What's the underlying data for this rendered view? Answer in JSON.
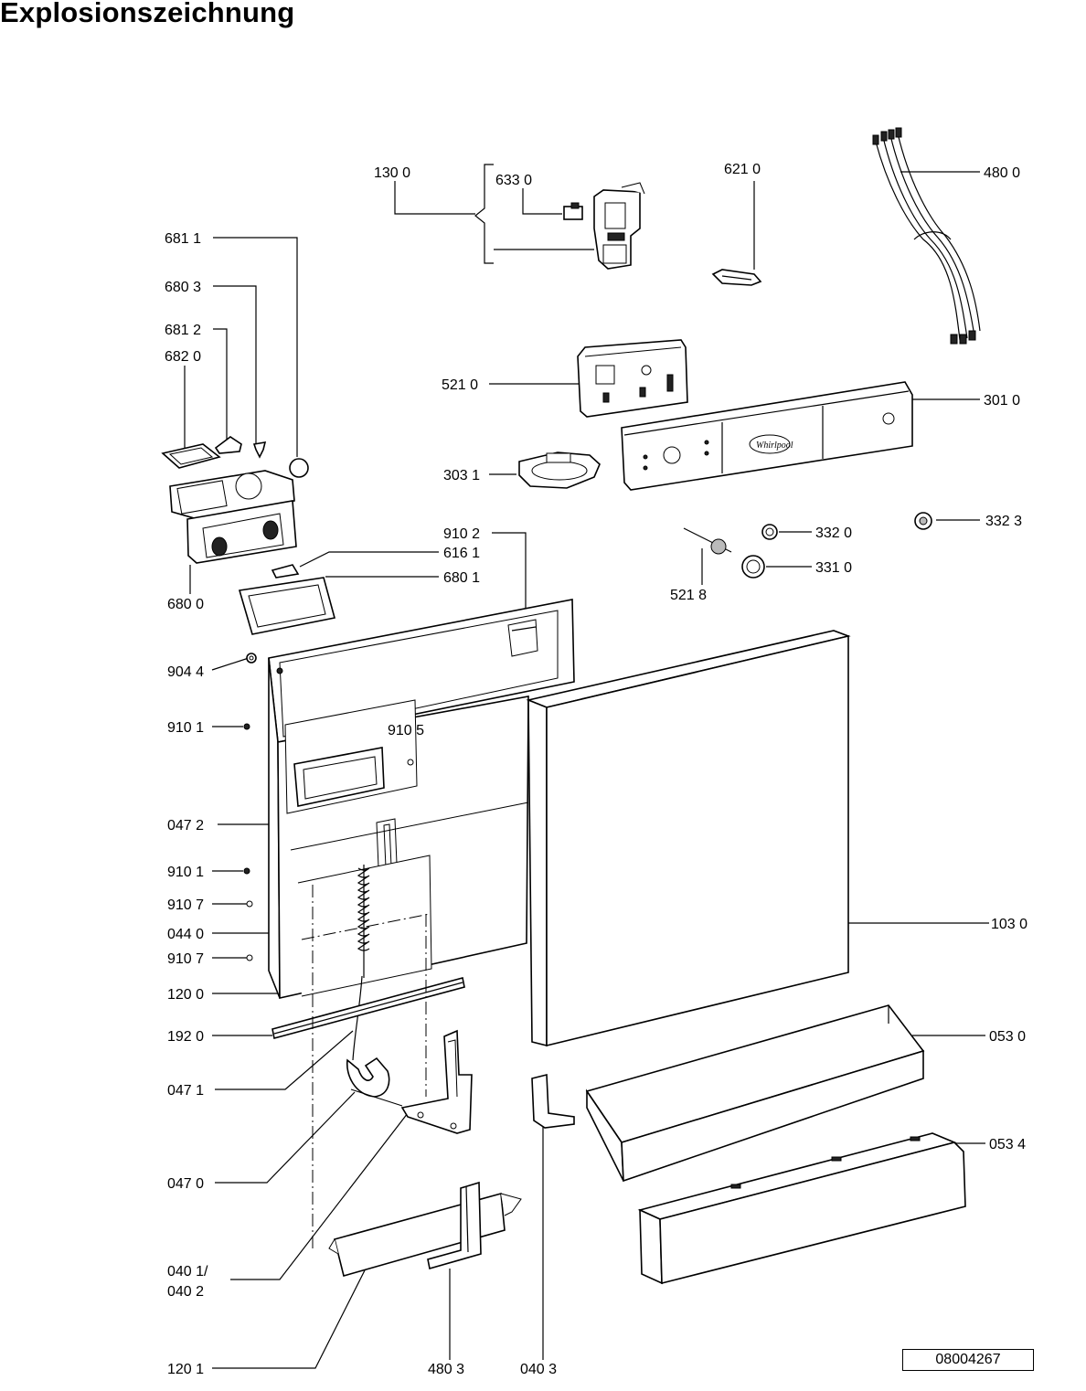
{
  "title": "Explosionszeichnung",
  "drawing_number": "08004267",
  "part_labels": {
    "p1300": "130 0",
    "p6330": "633 0",
    "p6210": "621 0",
    "p4800": "480 0",
    "p6811": "681 1",
    "p6803": "680 3",
    "p6812": "681 2",
    "p6820": "682 0",
    "p5210": "521 0",
    "p3010": "301 0",
    "p3031": "303 1",
    "p9102a": "910 2",
    "p6161": "616 1",
    "p6801": "680 1",
    "p6800": "680 0",
    "p3320": "332 0",
    "p3323": "332 3",
    "p3310": "331 0",
    "p5218": "521 8",
    "p9044": "904 4",
    "p9101a": "910 1",
    "p9105": "910 5",
    "p0472": "047 2",
    "p9101b": "910 1",
    "p9107a": "910 7",
    "p0440": "044 0",
    "p9107b": "910 7",
    "p1200": "120 0",
    "p1920": "192 0",
    "p0471": "047 1",
    "p1030": "103 0",
    "p0530": "053 0",
    "p0534": "053 4",
    "p0470": "047 0",
    "p0401": "040 1/",
    "p0402": "040 2",
    "p1201": "120 1",
    "p4803": "480 3",
    "p0403": "040 3"
  }
}
